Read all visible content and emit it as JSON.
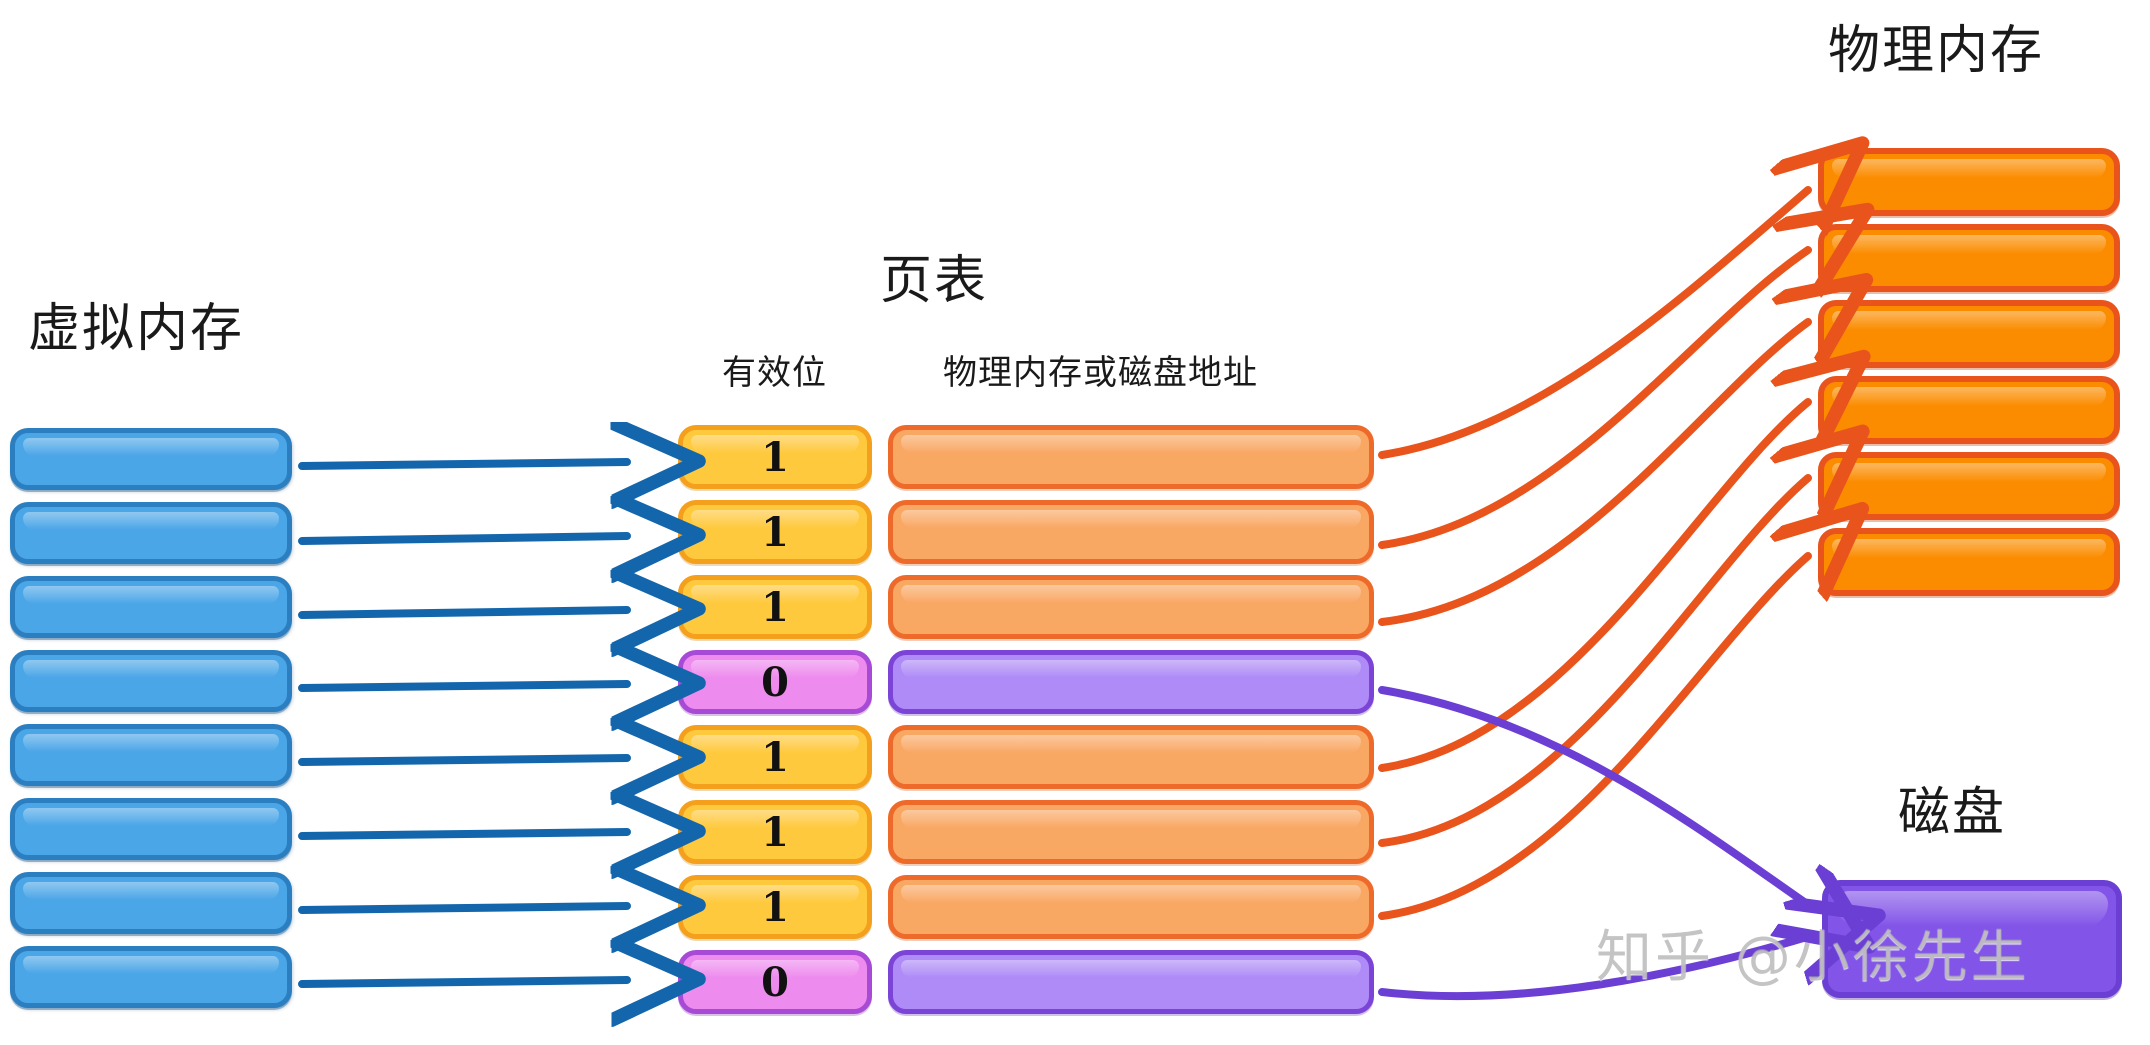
{
  "diagram": {
    "titles": {
      "virtual_memory": "虚拟内存",
      "page_table": "页表",
      "physical_memory": "物理内存",
      "disk": "磁盘"
    },
    "column_headers": {
      "valid_bit": "有效位",
      "address": "物理内存或磁盘地址"
    },
    "watermark": "知乎 @小徐先生"
  },
  "virtual_memory": {
    "label": "虚拟内存",
    "block_count": 8,
    "blocks": [
      {
        "index": 1,
        "label": ""
      },
      {
        "index": 2,
        "label": ""
      },
      {
        "index": 3,
        "label": ""
      },
      {
        "index": 4,
        "label": ""
      },
      {
        "index": 5,
        "label": ""
      },
      {
        "index": 6,
        "label": ""
      },
      {
        "index": 7,
        "label": ""
      },
      {
        "index": 8,
        "label": ""
      }
    ]
  },
  "page_table": {
    "label": "页表",
    "rows": [
      {
        "index": 1,
        "valid_bit": "1",
        "target": "physical-memory"
      },
      {
        "index": 2,
        "valid_bit": "1",
        "target": "physical-memory"
      },
      {
        "index": 3,
        "valid_bit": "1",
        "target": "physical-memory"
      },
      {
        "index": 4,
        "valid_bit": "0",
        "target": "disk"
      },
      {
        "index": 5,
        "valid_bit": "1",
        "target": "physical-memory"
      },
      {
        "index": 6,
        "valid_bit": "1",
        "target": "physical-memory"
      },
      {
        "index": 7,
        "valid_bit": "1",
        "target": "physical-memory"
      },
      {
        "index": 8,
        "valid_bit": "0",
        "target": "disk"
      }
    ]
  },
  "physical_memory": {
    "label": "物理内存",
    "block_count": 6,
    "blocks": [
      {
        "index": 1,
        "label": ""
      },
      {
        "index": 2,
        "label": ""
      },
      {
        "index": 3,
        "label": ""
      },
      {
        "index": 4,
        "label": ""
      },
      {
        "index": 5,
        "label": ""
      },
      {
        "index": 6,
        "label": ""
      }
    ]
  },
  "disk": {
    "label": "磁盘",
    "block_count": 1
  },
  "colors": {
    "virtual_memory_fill": "#4BA6E8",
    "virtual_memory_stroke": "#2b7fc0",
    "valid_on_fill": "#FFC93E",
    "valid_on_stroke": "#F4A01C",
    "valid_off_fill": "#EE8BEE",
    "valid_off_stroke": "#A74BD6",
    "address_mem_fill": "#F9A864",
    "address_mem_stroke": "#EE6A2A",
    "address_disk_fill": "#AE8BF7",
    "address_disk_stroke": "#7B44D6",
    "physical_memory_fill": "#FB8C00",
    "physical_memory_stroke": "#E8541B",
    "disk_fill": "#8254E8",
    "disk_stroke": "#6B3FD4",
    "arrow_blue": "#1466AC",
    "arrow_orange": "#E8541B",
    "arrow_purple": "#6B3FD4"
  }
}
